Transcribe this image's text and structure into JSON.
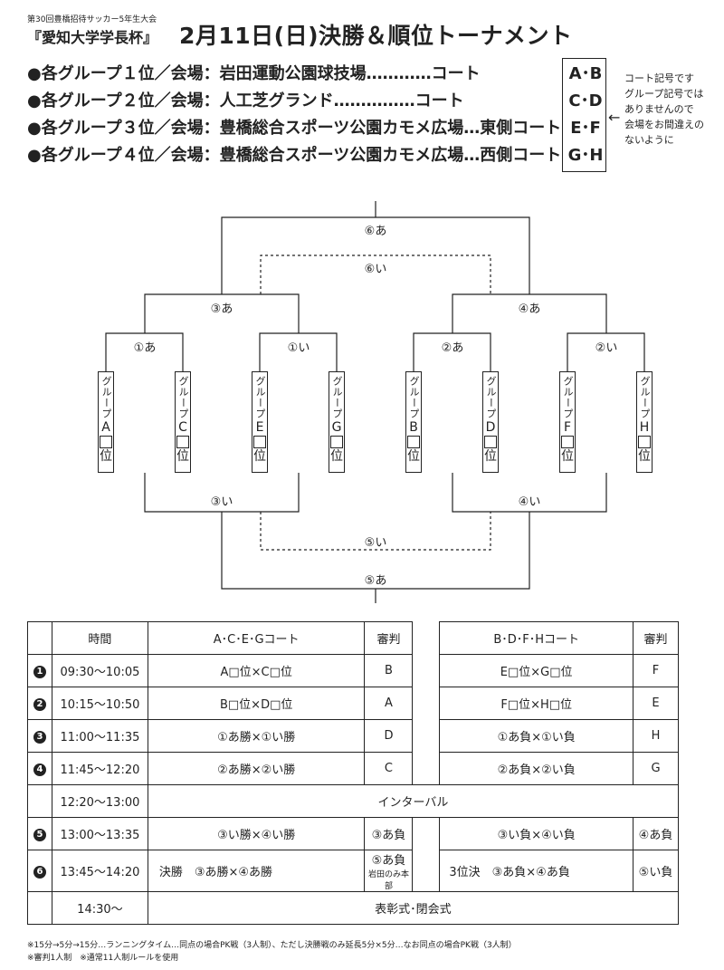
{
  "header": {
    "subtitle": "第30回豊橋招待サッカー5年生大会",
    "cup_name": "『愛知大学学長杯』",
    "title": "2月11日(日)決勝＆順位トーナメント"
  },
  "venues": [
    {
      "label": "●各グループ１位／会場：岩田運動公園球技場…………コート",
      "courts": "A･B"
    },
    {
      "label": "●各グループ２位／会場：人工芝グランド……………コート",
      "courts": "C･D"
    },
    {
      "label": "●各グループ３位／会場：豊橋総合スポーツ公園カモメ広場…東側コート",
      "courts": "E･F"
    },
    {
      "label": "●各グループ４位／会場：豊橋総合スポーツ公園カモメ広場…西側コート",
      "courts": "G･H"
    }
  ],
  "note": {
    "arrow": "←",
    "lines": [
      "コート記号です",
      "グループ記号では",
      "ありませんので",
      "会場をお間違えの",
      "ないように"
    ]
  },
  "bracket": {
    "labels": {
      "m6a": "⑥あ",
      "m6i": "⑥い",
      "m3a": "③あ",
      "m4a": "④あ",
      "m1a": "①あ",
      "m1i": "①い",
      "m2a": "②あ",
      "m2i": "②い",
      "m3i": "③い",
      "m4i": "④い",
      "m5i": "⑤い",
      "m5a": "⑤あ"
    },
    "groups": [
      {
        "prefix": "グループ",
        "letter": "A",
        "suffix": "位"
      },
      {
        "prefix": "グループ",
        "letter": "C",
        "suffix": "位"
      },
      {
        "prefix": "グループ",
        "letter": "E",
        "suffix": "位"
      },
      {
        "prefix": "グループ",
        "letter": "G",
        "suffix": "位"
      },
      {
        "prefix": "グループ",
        "letter": "B",
        "suffix": "位"
      },
      {
        "prefix": "グループ",
        "letter": "D",
        "suffix": "位"
      },
      {
        "prefix": "グループ",
        "letter": "F",
        "suffix": "位"
      },
      {
        "prefix": "グループ",
        "letter": "H",
        "suffix": "位"
      }
    ]
  },
  "schedule": {
    "headers": {
      "time": "時間",
      "court1": "A･C･E･Gコート",
      "ref1": "審判",
      "court2": "B･D･F･Hコート",
      "ref2": "審判"
    },
    "rows": [
      {
        "n": "1",
        "time": "09:30〜10:05",
        "m1": "A□位×C□位",
        "r1": "B",
        "m2": "E□位×G□位",
        "r2": "F"
      },
      {
        "n": "2",
        "time": "10:15〜10:50",
        "m1": "B□位×D□位",
        "r1": "A",
        "m2": "F□位×H□位",
        "r2": "E"
      },
      {
        "n": "3",
        "time": "11:00〜11:35",
        "m1": "①あ勝×①い勝",
        "r1": "D",
        "m2": "①あ負×①い負",
        "r2": "H"
      },
      {
        "n": "4",
        "time": "11:45〜12:20",
        "m1": "②あ勝×②い勝",
        "r1": "C",
        "m2": "②あ負×②い負",
        "r2": "G"
      }
    ],
    "interval": {
      "time": "12:20〜13:00",
      "label": "インターバル"
    },
    "row5": {
      "n": "5",
      "time": "13:00〜13:35",
      "m1": "③い勝×④い勝",
      "r1": "③あ負",
      "m2": "③い負×④い負",
      "r2": "④あ負"
    },
    "row6": {
      "n": "6",
      "time": "13:45〜14:20",
      "m1": "決勝　③あ勝×④あ勝",
      "r1": "⑤あ負",
      "r1_note": "岩田のみ本部",
      "m2": "3位決　③あ負×④あ負",
      "r2": "⑤い負"
    },
    "closing": {
      "time": "14:30〜",
      "label": "表彰式･閉会式"
    }
  },
  "footnotes": [
    "※15分→5分→15分…ランニングタイム…同点の場合PK戦（3人制）、ただし決勝戦のみ延長5分×5分…なお同点の場合PK戦（3人制）",
    "※審判1人制　※通常11人制ルールを使用"
  ]
}
